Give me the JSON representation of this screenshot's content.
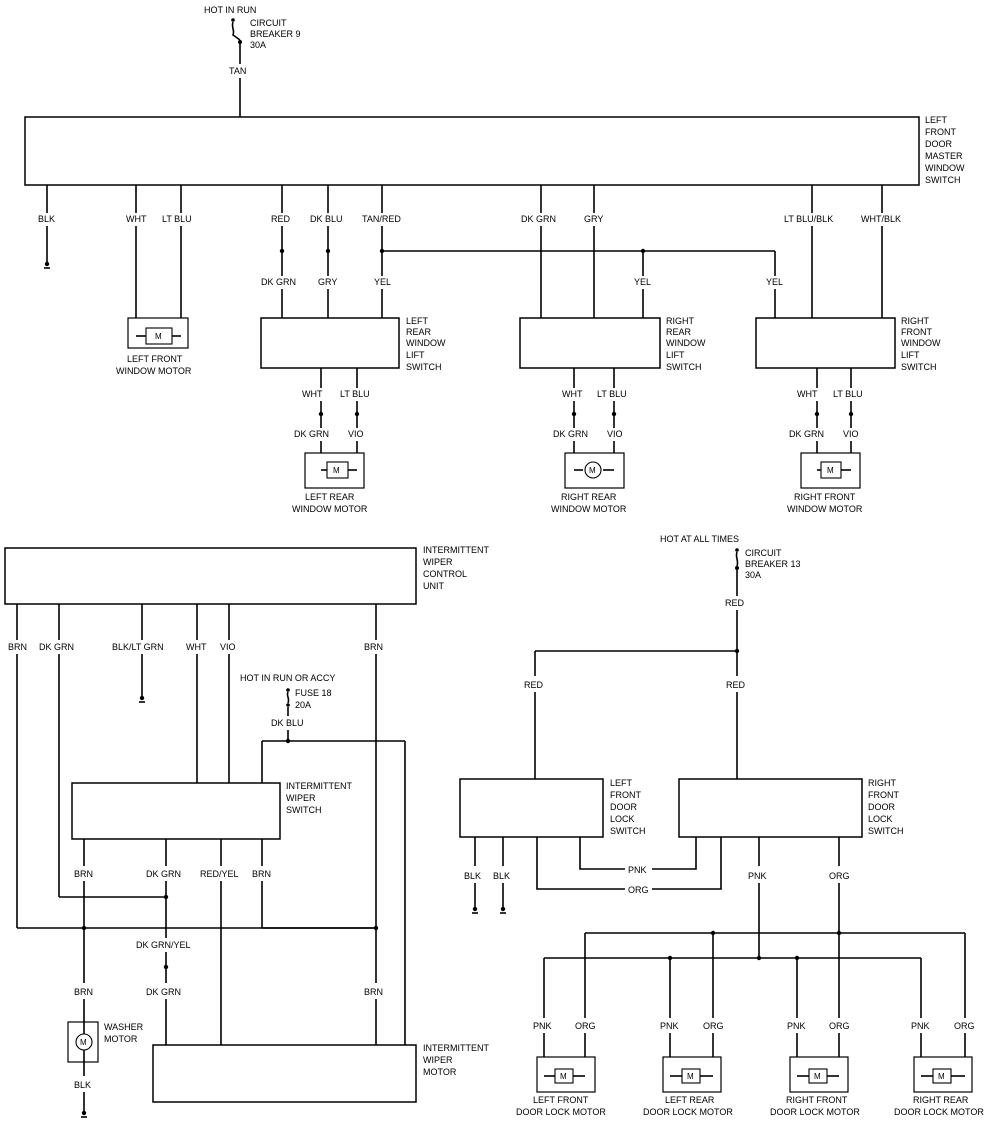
{
  "power": {
    "top_source": "HOT IN RUN",
    "cb9": [
      "CIRCUIT",
      "BREAKER 9",
      "30A"
    ],
    "cb9_wire": "TAN",
    "cb13_source": "HOT AT ALL TIMES",
    "cb13": [
      "CIRCUIT",
      "BREAKER 13",
      "30A"
    ],
    "fuse_source": "HOT IN RUN OR ACCY",
    "fuse18": [
      "FUSE 18",
      "20A"
    ]
  },
  "components": {
    "master_switch": [
      "LEFT",
      "FRONT",
      "DOOR",
      "MASTER",
      "WINDOW",
      "SWITCH"
    ],
    "lr_switch": [
      "LEFT",
      "REAR",
      "WINDOW",
      "LIFT",
      "SWITCH"
    ],
    "rr_switch": [
      "RIGHT",
      "REAR",
      "WINDOW",
      "LIFT",
      "SWITCH"
    ],
    "rf_switch": [
      "RIGHT",
      "FRONT",
      "WINDOW",
      "LIFT",
      "SWITCH"
    ],
    "lf_window_motor": [
      "LEFT FRONT",
      "WINDOW MOTOR"
    ],
    "lr_window_motor": [
      "LEFT REAR",
      "WINDOW MOTOR"
    ],
    "rr_window_motor": [
      "RIGHT REAR",
      "WINDOW MOTOR"
    ],
    "rf_window_motor": [
      "RIGHT FRONT",
      "WINDOW MOTOR"
    ],
    "wiper_control": [
      "INTERMITTENT",
      "WIPER",
      "CONTROL",
      "UNIT"
    ],
    "wiper_switch": [
      "INTERMITTENT",
      "WIPER",
      "SWITCH"
    ],
    "wiper_motor": [
      "INTERMITTENT",
      "WIPER",
      "MOTOR"
    ],
    "washer_motor": [
      "WASHER",
      "MOTOR"
    ],
    "lf_lock_switch": [
      "LEFT",
      "FRONT",
      "DOOR",
      "LOCK",
      "SWITCH"
    ],
    "rf_lock_switch": [
      "RIGHT",
      "FRONT",
      "DOOR",
      "LOCK",
      "SWITCH"
    ],
    "lf_lock_motor": [
      "LEFT FRONT",
      "DOOR LOCK MOTOR"
    ],
    "lr_lock_motor": [
      "LEFT REAR",
      "DOOR LOCK MOTOR"
    ],
    "rf_lock_motor": [
      "RIGHT FRONT",
      "DOOR LOCK MOTOR"
    ],
    "rr_lock_motor": [
      "RIGHT REAR",
      "DOOR LOCK MOTOR"
    ],
    "motor_symbol": "M"
  },
  "wires": {
    "master": [
      "BLK",
      "WHT",
      "LT BLU",
      "RED",
      "DK BLU",
      "TAN/RED",
      "DK GRN",
      "GRY",
      "LT BLU/BLK",
      "WHT/BLK"
    ],
    "lr_in": [
      "DK GRN",
      "GRY",
      "YEL"
    ],
    "rr_in": "YEL",
    "rf_in": "YEL",
    "motor_out_top": [
      "WHT",
      "LT BLU"
    ],
    "motor_out_bottom": [
      "DK GRN",
      "VIO"
    ],
    "wiper_top": [
      "BRN",
      "DK GRN",
      "BLK/LT GRN",
      "WHT",
      "VIO",
      "BRN"
    ],
    "fuse_wire": "DK BLU",
    "wiper_switch_out": [
      "BRN",
      "DK GRN",
      "RED/YEL",
      "BRN"
    ],
    "dk_grn_yel": "DK GRN/YEL",
    "dk_grn": "DK GRN",
    "brn": "BRN",
    "blk": "BLK",
    "red": "RED",
    "pnk": "PNK",
    "org": "ORG"
  }
}
